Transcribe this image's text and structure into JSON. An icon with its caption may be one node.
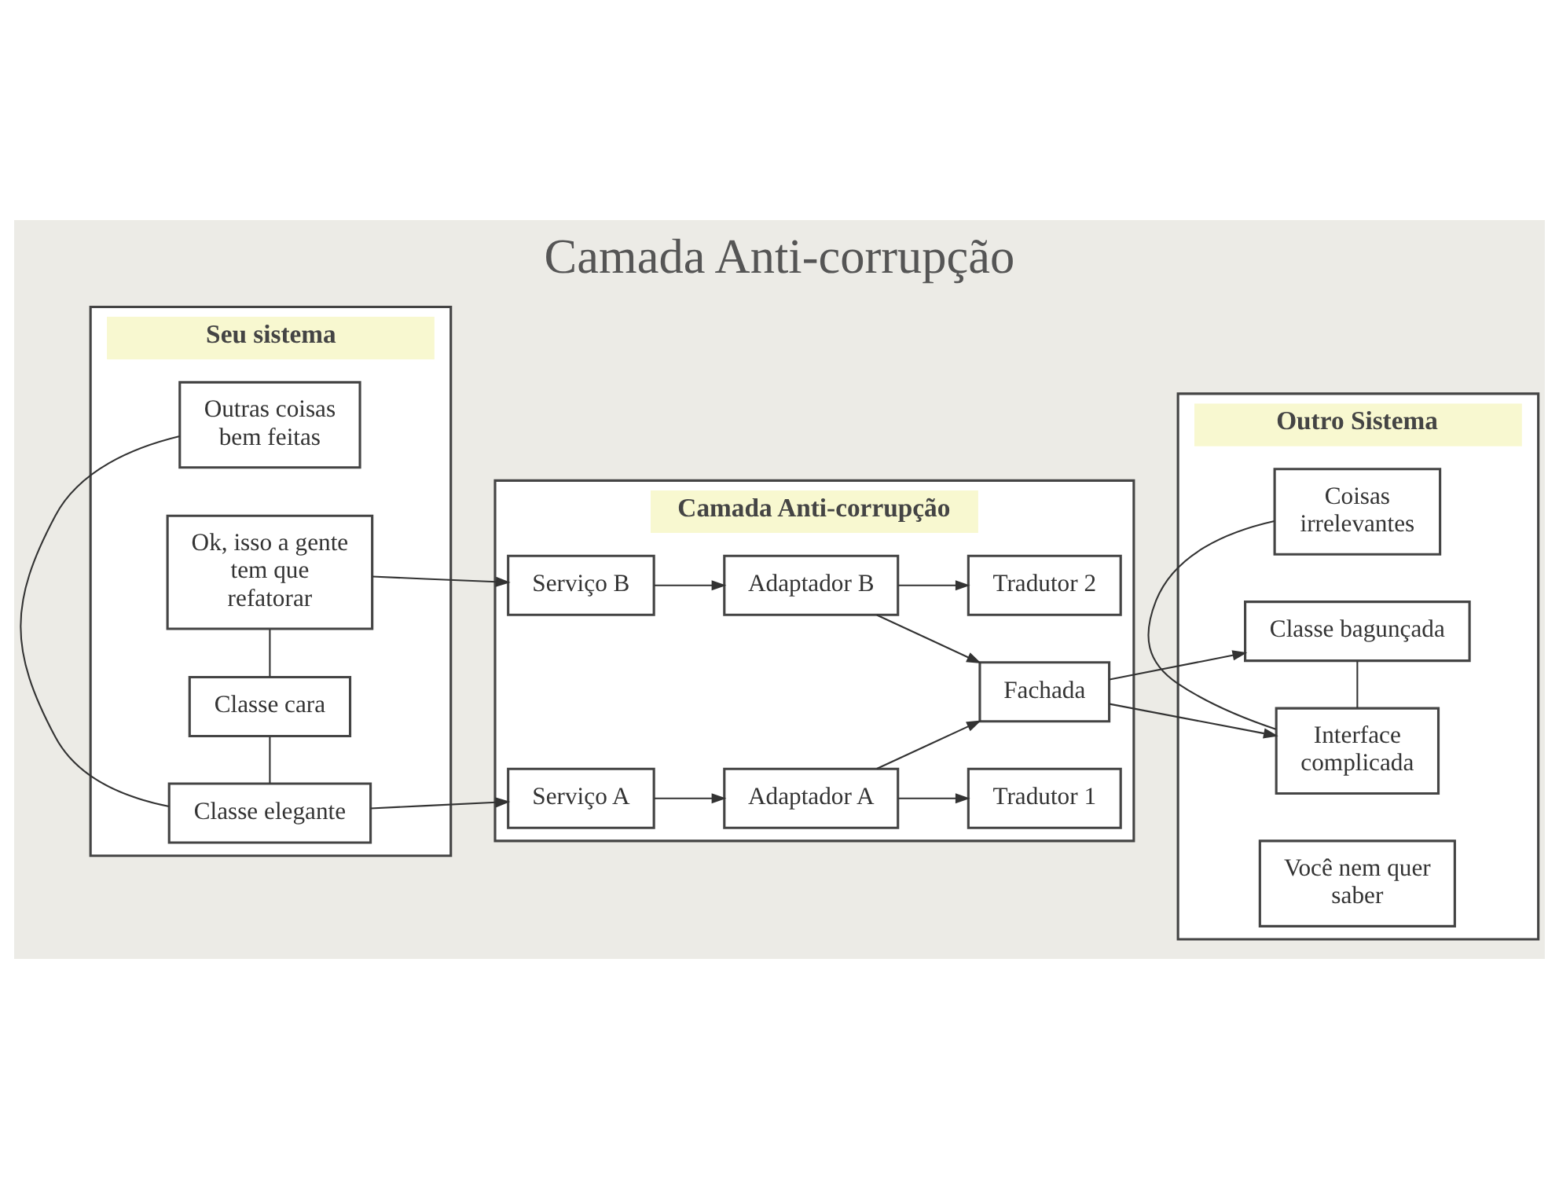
{
  "diagram": {
    "title": "Camada Anti-corrupção",
    "nodes": [
      {
        "text": [
          "Seu sistema"
        ]
      },
      {
        "text": [
          "Classe elegante"
        ],
        "in": 0
      },
      {
        "text": [
          "Outras coisas bem feitas"
        ],
        "in": 0
      },
      {
        "text": [
          "Classe cara"
        ],
        "in": 0
      },
      {
        "text": [
          "Ok, isso a gente tem que refatorar"
        ],
        "in": 0
      },
      {
        "text": [
          "Camada Anti-corrupção"
        ]
      },
      {
        "text": [
          "Serviço A"
        ],
        "in": 5
      },
      {
        "text": [
          "Adaptador A"
        ],
        "in": 5
      },
      {
        "text": [
          "Tradutor 1"
        ],
        "in": 5
      },
      {
        "text": [
          "Fachada"
        ],
        "in": 5
      },
      {
        "text": [
          "Tradutor 2"
        ],
        "in": 5
      },
      {
        "text": [
          "Serviço B"
        ],
        "in": 5
      },
      {
        "text": [
          "Adaptador B"
        ],
        "in": 5
      },
      {
        "text": [
          "Outro Sistema"
        ]
      },
      {
        "text": [
          "Interface complicada"
        ],
        "in": 13
      },
      {
        "text": [
          "Coisas irrelevantes"
        ],
        "in": 13
      },
      {
        "text": [
          "Classe bagunçada"
        ],
        "in": 13
      },
      {
        "text": [
          "Você nem quer saber"
        ],
        "in": 13
      }
    ],
    "edges": [
      {
        "from": 1,
        "to": 6,
        "arrow": "to"
      },
      {
        "from": 1,
        "to": 2,
        "arrow": "none"
      },
      {
        "from": 1,
        "to": 3,
        "arrow": "none"
      },
      {
        "from": 3,
        "to": 4,
        "arrow": "none"
      },
      {
        "from": 4,
        "to": 11,
        "arrow": "to"
      },
      {
        "from": 6,
        "to": 7,
        "arrow": "to"
      },
      {
        "from": 7,
        "to": 8,
        "arrow": "to"
      },
      {
        "from": 7,
        "to": 9,
        "arrow": "to"
      },
      {
        "from": 12,
        "to": 10,
        "arrow": "to"
      },
      {
        "from": 12,
        "to": 9,
        "arrow": "to"
      },
      {
        "from": 11,
        "to": 12,
        "arrow": "to"
      },
      {
        "from": 9,
        "to": 14,
        "arrow": "to"
      },
      {
        "from": 9,
        "to": 16,
        "arrow": "to"
      },
      {
        "from": 14,
        "to": 15,
        "arrow": "none"
      },
      {
        "from": 14,
        "to": 16,
        "arrow": "none"
      }
    ]
  }
}
